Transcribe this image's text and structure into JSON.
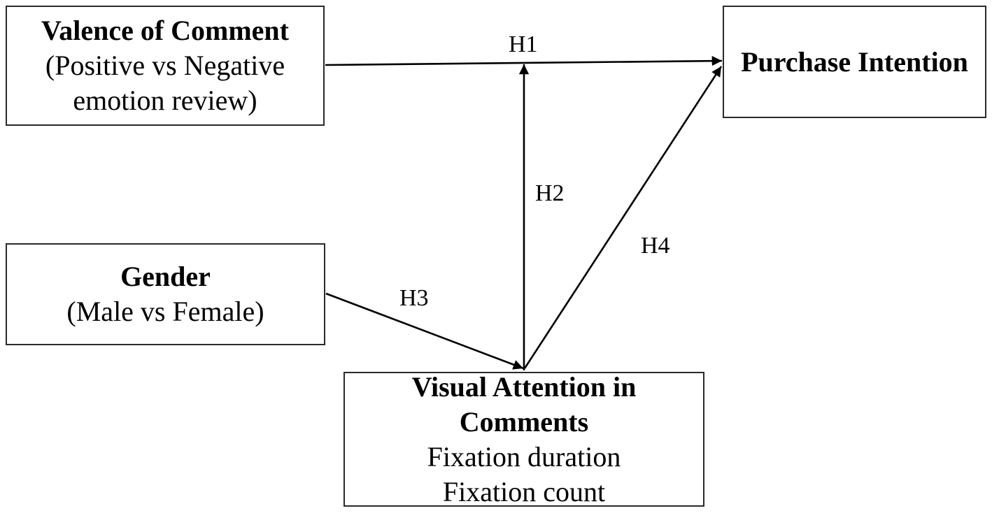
{
  "colors": {
    "line": "#000000",
    "background": "#ffffff",
    "text": "#000000"
  },
  "nodes": {
    "valence_of_comment": {
      "title": "Valence of Comment",
      "lines": [
        "(Positive vs Negative",
        "emotion review)"
      ]
    },
    "purchase_intention": {
      "title": "Purchase Intention"
    },
    "gender": {
      "title": "Gender",
      "lines": [
        "(Male vs Female)"
      ]
    },
    "visual_attention": {
      "title_lines": [
        "Visual Attention in",
        "Comments"
      ],
      "lines": [
        "Fixation duration",
        "Fixation count"
      ]
    }
  },
  "edges": {
    "h1": "H1",
    "h2": "H2",
    "h3": "H3",
    "h4": "H4"
  }
}
